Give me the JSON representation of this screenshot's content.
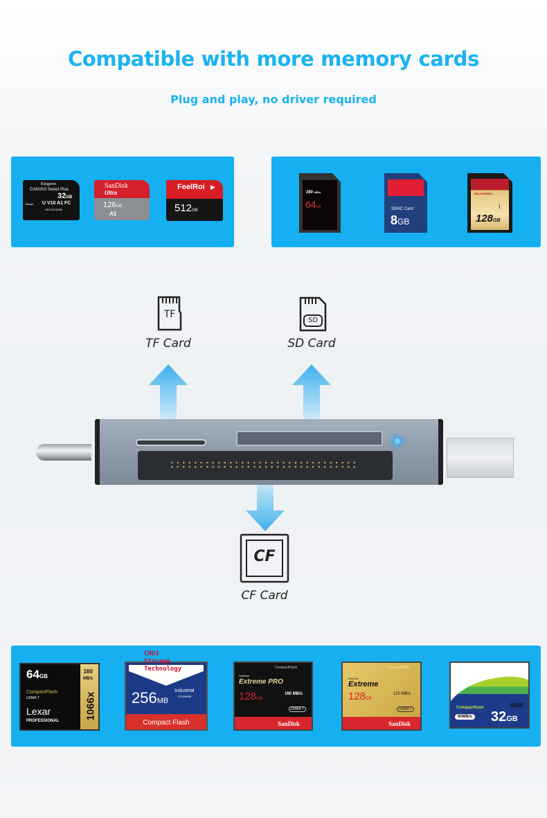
{
  "header": {
    "title": "Compatible with more memory cards",
    "subtitle": "Plug and play, no driver required"
  },
  "colors": {
    "accent": "#1ab3ef",
    "panel": "#16aff1"
  },
  "tf_cards": [
    {
      "brand": "Kingston",
      "line": "CANVAS Select Plus",
      "capacity": "32",
      "unit": "GB",
      "marks": "U V10 A1 FC",
      "model": "SDCS2/32GB",
      "origin": "Taiwan"
    },
    {
      "brand": "SanDisk",
      "line": "Ultra",
      "capacity": "128",
      "unit": "GB",
      "marks": "A1"
    },
    {
      "brand": "FeelRoi",
      "capacity": "512",
      "unit": "GB"
    }
  ],
  "sd_cards": [
    {
      "speed": "280",
      "speed_unit": "MB/s",
      "capacity": "64",
      "unit": "GB"
    },
    {
      "type": "SDHC Card",
      "capacity": "8",
      "unit": "GB"
    },
    {
      "speed": "R95-W90MB/s",
      "capacity": "128",
      "unit": "GB",
      "marks": "I"
    }
  ],
  "types": {
    "tf": {
      "icon_text": "TF",
      "label": "TF Card"
    },
    "sd": {
      "icon_text": "SD",
      "label": "SD Card"
    },
    "cf": {
      "icon_text": "CF",
      "label": "CF Card"
    }
  },
  "cf_cards": [
    {
      "capacity": "64",
      "unit": "GB",
      "speed": "160",
      "speed_unit": "MB/s",
      "type": "CompactFlash",
      "udma": "UDMA 7",
      "brand": "Lexar",
      "line": "PROFESSIONAL",
      "rating": "1066x"
    },
    {
      "watermark": [
        "CHUJ",
        "Storage",
        "Technology"
      ],
      "capacity": "256",
      "unit": "MB",
      "line": "Industrial",
      "model": "CF/256MB",
      "type": "Compact Flash"
    },
    {
      "type": "CompactFlash",
      "maker": "SanDisk",
      "line": "Extreme PRO",
      "capacity": "128",
      "unit": "GB",
      "speed": "160 MB/s",
      "udma": "UDMA 7",
      "brand": "SanDisk"
    },
    {
      "type": "CompactFlash",
      "maker": "SanDisk",
      "line": "Extreme",
      "capacity": "128",
      "unit": "GB",
      "speed": "120 MB/s",
      "udma": "UDMA 7",
      "brand": "SanDisk"
    },
    {
      "type": "Compactflash",
      "speed": "90MB/s",
      "rating": "600X",
      "capacity": "32",
      "unit": "GB"
    }
  ]
}
